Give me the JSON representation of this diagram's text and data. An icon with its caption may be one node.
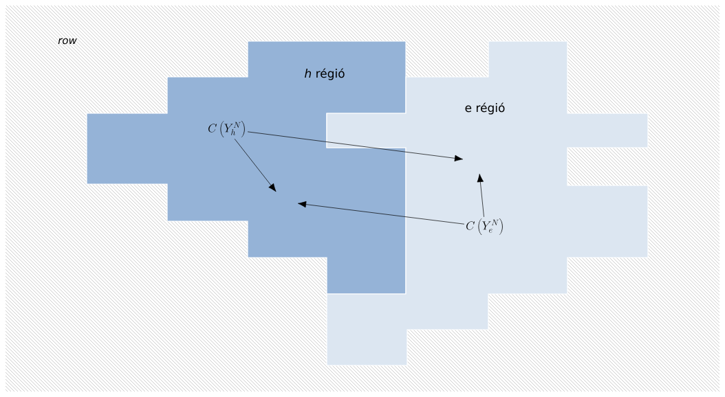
{
  "diagram": {
    "nodes": [
      {
        "text": [
          "row"
        ]
      },
      {
        "text": [
          "*h* régió"
        ],
        "in": 0
      },
      {
        "text": [
          "e régió"
        ],
        "in": 0
      },
      {
        "text": [
          "C\\left(Y_h^N\\right)"
        ],
        "in": 1
      },
      {
        "text": [
          "C\\left(Y_e^N\\right)"
        ],
        "in": 2
      }
    ],
    "edges": [
      {
        "from": 3,
        "to": null,
        "arrow": "to"
      },
      {
        "from": 3,
        "to": null,
        "arrow": "to"
      },
      {
        "from": 4,
        "to": null,
        "arrow": "to"
      },
      {
        "from": 4,
        "to": null,
        "arrow": "to"
      }
    ]
  }
}
